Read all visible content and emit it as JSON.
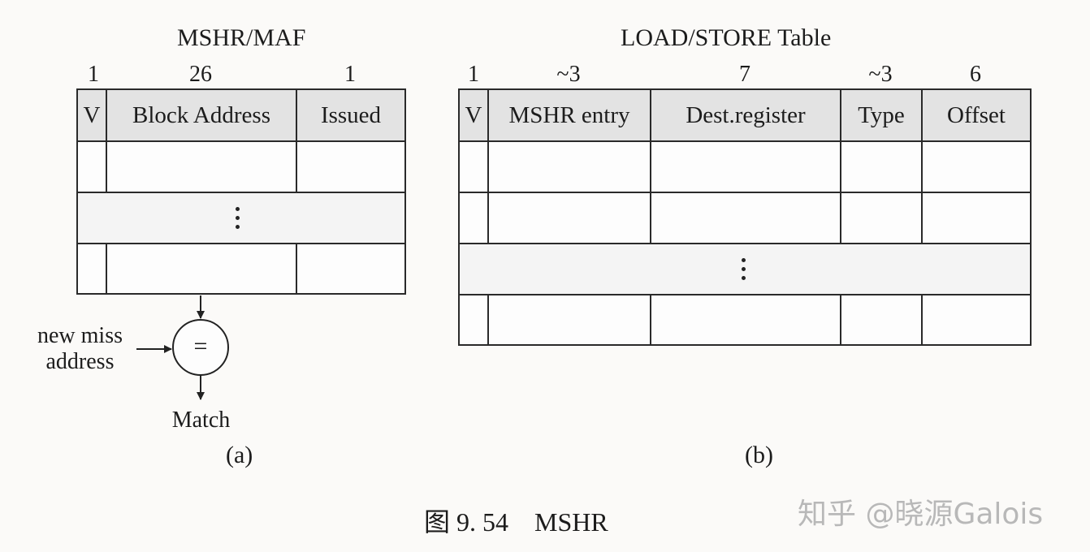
{
  "left_diagram": {
    "title": "MSHR/MAF",
    "bit_widths": [
      "1",
      "26",
      "1"
    ],
    "columns": [
      "V",
      "Block Address",
      "Issued"
    ],
    "ellipsis": "⋮",
    "comparator_symbol": "=",
    "input_label_line1": "new miss",
    "input_label_line2": "address",
    "output_label": "Match",
    "caption": "(a)"
  },
  "right_diagram": {
    "title": "LOAD/STORE Table",
    "bit_widths": [
      "1",
      "~3",
      "7",
      "~3",
      "6"
    ],
    "columns": [
      "V",
      "MSHR entry",
      "Dest.register",
      "Type",
      "Offset"
    ],
    "ellipsis": "⋮",
    "caption": "(b)"
  },
  "figure_caption": "图 9. 54    MSHR",
  "watermark": "知乎 @晓源Galois"
}
